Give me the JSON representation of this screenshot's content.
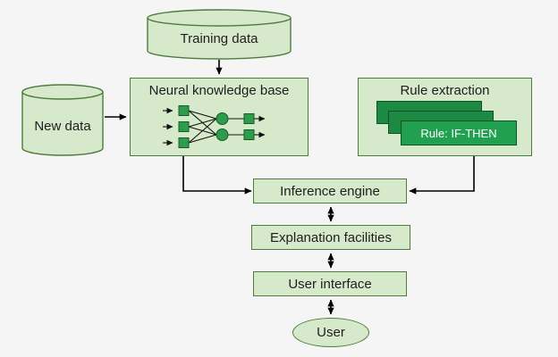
{
  "background": "#f5f5f5",
  "colors": {
    "node_fill": "#d7e9cb",
    "node_border": "#4c7c3c",
    "rule_fill_front": "#21a150",
    "rule_fill_back": "#1d8a44",
    "rule_border": "#0e5228",
    "rule_text": "#ffffff",
    "text": "#1e1e1e",
    "arrow": "#000000"
  },
  "nodes": {
    "training_data": {
      "label": "Training data",
      "shape": "cylinder"
    },
    "new_data": {
      "label": "New data",
      "shape": "cylinder"
    },
    "neural_knowledge_base": {
      "label": "Neural knowledge base",
      "shape": "rect"
    },
    "rule_extraction": {
      "label": "Rule extraction",
      "shape": "rect"
    },
    "rule_card": {
      "label": "Rule: IF-THEN",
      "shape": "rect"
    },
    "inference_engine": {
      "label": "Inference engine",
      "shape": "rect"
    },
    "explanation_facilities": {
      "label": "Explanation facilities",
      "shape": "rect"
    },
    "user_interface": {
      "label": "User interface",
      "shape": "rect"
    },
    "user": {
      "label": "User",
      "shape": "ellipse"
    }
  },
  "edges": [
    {
      "from": "training_data",
      "to": "neural_knowledge_base",
      "direction": "one-way"
    },
    {
      "from": "new_data",
      "to": "neural_knowledge_base",
      "direction": "one-way"
    },
    {
      "from": "neural_knowledge_base",
      "to": "inference_engine",
      "direction": "one-way"
    },
    {
      "from": "rule_extraction",
      "to": "inference_engine",
      "direction": "one-way"
    },
    {
      "from": "inference_engine",
      "to": "explanation_facilities",
      "direction": "two-way"
    },
    {
      "from": "explanation_facilities",
      "to": "user_interface",
      "direction": "two-way"
    },
    {
      "from": "user_interface",
      "to": "user",
      "direction": "two-way"
    }
  ]
}
